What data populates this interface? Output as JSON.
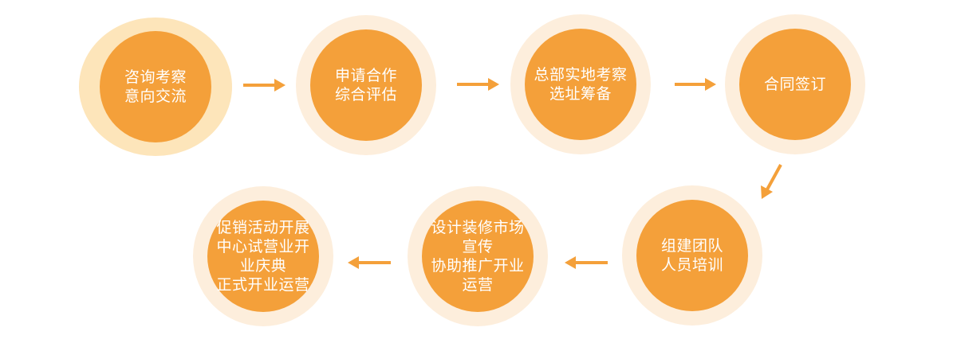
{
  "flow": {
    "steps": [
      {
        "id": "s1",
        "lines": [
          "咨询考察",
          "意向交流"
        ],
        "ring": "#fde5ba"
      },
      {
        "id": "s2",
        "lines": [
          "申请合作",
          "综合评估"
        ],
        "ring": "#fdeedc"
      },
      {
        "id": "s3",
        "lines": [
          "总部实地考察",
          "选址筹备"
        ],
        "ring": "#fdeedc"
      },
      {
        "id": "s4",
        "lines": [
          "合同签订"
        ],
        "ring": "#fdeedc"
      },
      {
        "id": "s5",
        "lines": [
          "组建团队",
          "人员培训"
        ],
        "ring": "#fdeedc"
      },
      {
        "id": "s6",
        "lines": [
          "设计装修市场",
          "宣传",
          "协助推广开业",
          "运营"
        ],
        "ring": "#fdeedc"
      },
      {
        "id": "s7",
        "lines": [
          "促销活动开展",
          "中心试营业开",
          "业庆典",
          "正式开业运营"
        ],
        "ring": "#fdeedc"
      }
    ],
    "colors": {
      "circle": "#f4a03a",
      "arrow": "#f4a03a",
      "text": "#ffffff"
    }
  }
}
